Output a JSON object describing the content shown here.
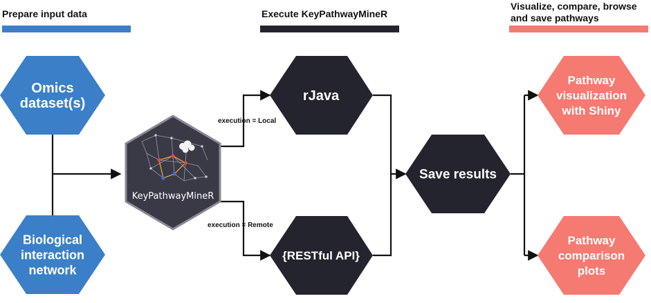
{
  "colors": {
    "blue": "#3a7fc8",
    "dark": "#24242e",
    "salmon": "#f47a72",
    "logo_fill": "#3a3a46",
    "logo_border": "#8a8a96",
    "line": "#111111"
  },
  "headers": {
    "prepare": "Prepare input data",
    "execute": "Execute KeyPathwayMineR",
    "visualize_line1": "Visualize, compare, browse",
    "visualize_line2": "and save pathways"
  },
  "nodes": {
    "omics": [
      "Omics",
      "dataset(s)"
    ],
    "network": [
      "Biological",
      "interaction",
      "network"
    ],
    "logo": "KeyPathwayMineR",
    "rjava": [
      "rJava"
    ],
    "restful": [
      "{RESTful API}"
    ],
    "save": [
      "Save results"
    ],
    "viz": [
      "Pathway",
      "visualization",
      "with Shiny"
    ],
    "compare": [
      "Pathway",
      "comparison",
      "plots"
    ]
  },
  "edge_labels": {
    "local": "execution = Local",
    "remote": "execution = Remote"
  }
}
